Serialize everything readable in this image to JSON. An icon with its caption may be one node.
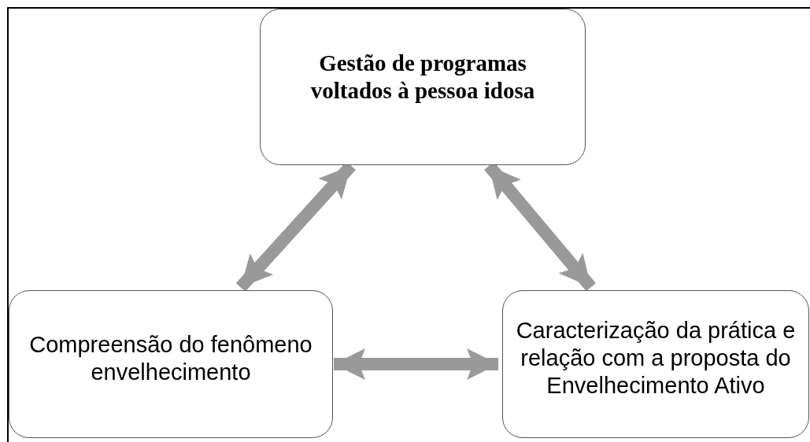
{
  "diagram": {
    "nodes": [
      {
        "text": [
          "Gestão de programas voltados à pessoa idosa"
        ]
      },
      {
        "text": [
          "Compreensão do fenômeno envelhecimento"
        ]
      },
      {
        "text": [
          "Caracterização da prática e relação com a proposta do Envelhecimento Ativo"
        ]
      }
    ],
    "edges": [
      {
        "from": 0,
        "to": 1,
        "arrow": "both"
      },
      {
        "from": 0,
        "to": 2,
        "arrow": "both"
      },
      {
        "from": 1,
        "to": 2,
        "arrow": "both"
      }
    ]
  }
}
